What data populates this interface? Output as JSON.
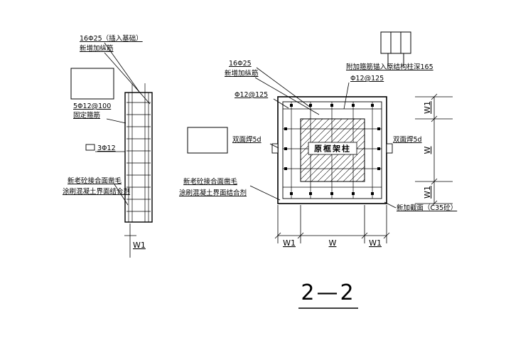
{
  "drawing": {
    "title": "2—2",
    "colors": {
      "line": "#000000",
      "background": "#ffffff"
    },
    "elevation": {
      "rebar_note_line1": "16Φ25（插入基础）",
      "rebar_note_line2": "新增加纵筋",
      "stirrup_note_line1": "5Φ12@100",
      "stirrup_note_line2": "固定箍筋",
      "tie_note": "3Φ12",
      "interface_note_line1": "新老砼接合面凿毛",
      "interface_note_line2": "涂刷混凝土界面结合剂",
      "dim_w1": "W1"
    },
    "plan": {
      "rebar_note_line1": "16Φ25",
      "rebar_note_line2": "新增加纵筋",
      "added_stirrup_note": "附加箍筋锚入原结构柱深165",
      "added_stirrup_spec": "Φ12@125",
      "stirrup_spec": "Φ12@125",
      "weld_note_left": "双面焊5d",
      "weld_note_right": "双面焊5d",
      "core_label": "原框架柱",
      "interface_note_line1": "新老砼接合面凿毛",
      "interface_note_line2": "涂刷混凝土界面结合剂",
      "new_section_note": "新加截面（C35砼）",
      "dims_bottom": {
        "left": "W1",
        "middle": "W",
        "right": "W1"
      },
      "dims_right": {
        "top": "W1",
        "middle": "W",
        "bottom": "W1"
      }
    }
  }
}
